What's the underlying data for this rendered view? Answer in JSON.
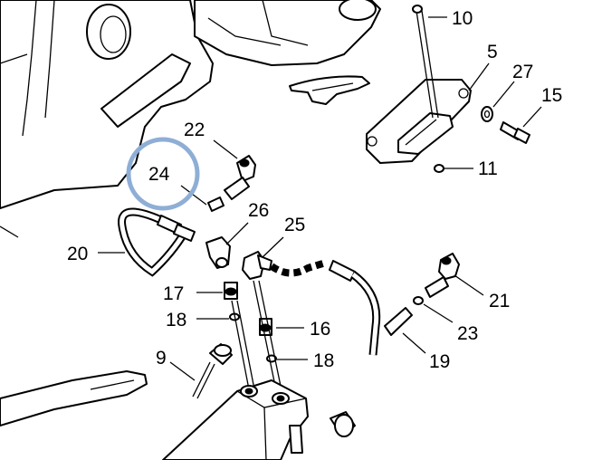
{
  "diagram": {
    "highlight_color": "#8eaed6",
    "highlighted_callout": "24",
    "callouts": [
      "10",
      "5",
      "27",
      "15",
      "11",
      "22",
      "24",
      "26",
      "25",
      "20",
      "17",
      "18",
      "16",
      "18",
      "9",
      "21",
      "23",
      "19"
    ]
  }
}
